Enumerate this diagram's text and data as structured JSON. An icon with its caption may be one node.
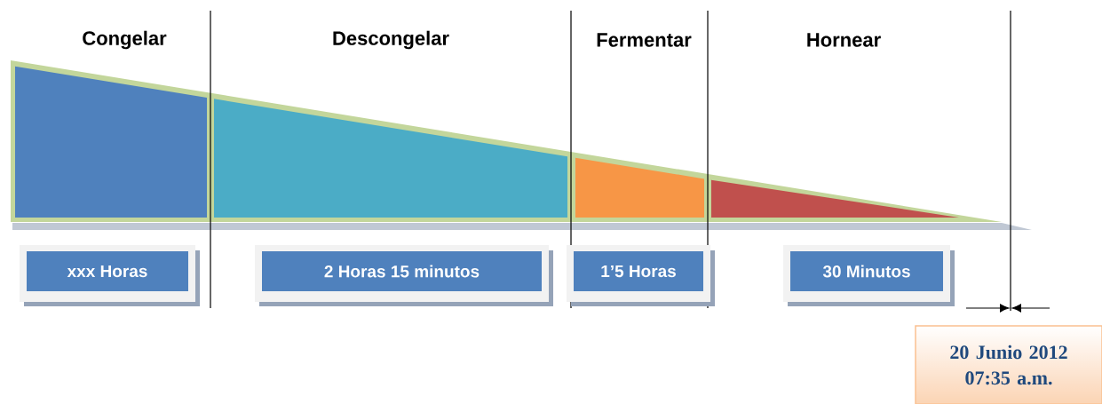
{
  "diagram": {
    "nodes": [
      {
        "text": [
          "xxx Horas"
        ]
      },
      {
        "text": [
          "2 Horas 15 minutos"
        ]
      },
      {
        "text": [
          "1’5 Horas"
        ]
      },
      {
        "text": [
          "30 Minutos"
        ]
      },
      {
        "text": [
          "20 Junio 2012 07:35 a.m."
        ]
      }
    ],
    "labels": [
      "Congelar",
      "Descongelar",
      "Fermentar",
      "Hornear"
    ]
  }
}
